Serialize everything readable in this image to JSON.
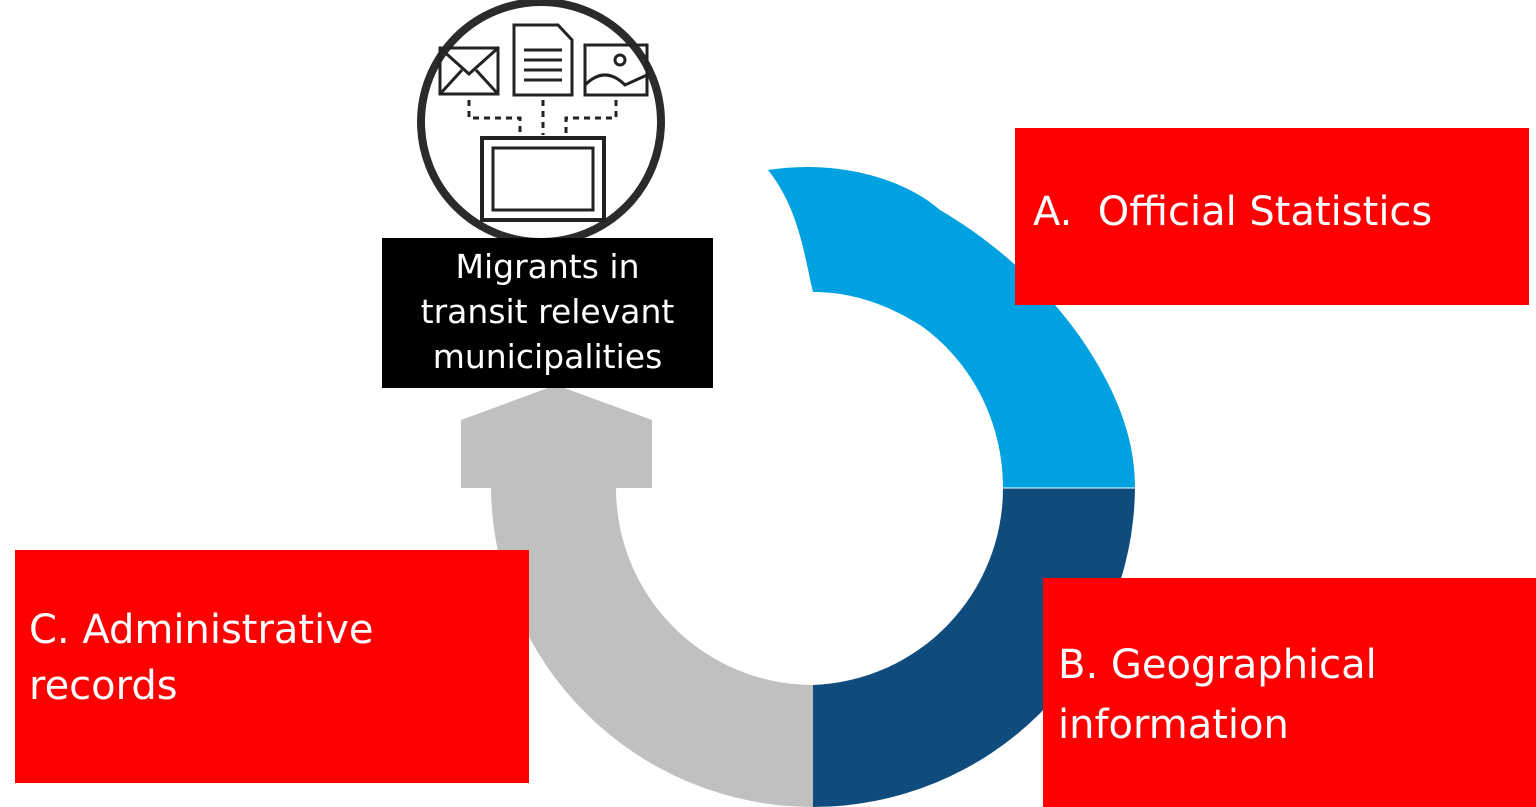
{
  "center": {
    "label_lines": [
      "Migrants in",
      "transit relevant",
      "municipalities"
    ],
    "icon": "documents-to-computer-icon"
  },
  "boxes": {
    "a": {
      "lines": [
        "A.  Official Statistics"
      ]
    },
    "b": {
      "lines": [
        "B. Geographical",
        "information"
      ]
    },
    "c": {
      "lines": [
        "C. Administrative",
        "records"
      ]
    }
  },
  "colors": {
    "box_fill": "#ff0000",
    "box_text": "#ffffff",
    "segment_a": "#00a1e0",
    "segment_b": "#0f4b7d",
    "segment_c": "#c0c0c0",
    "center_label_bg": "#000000"
  }
}
